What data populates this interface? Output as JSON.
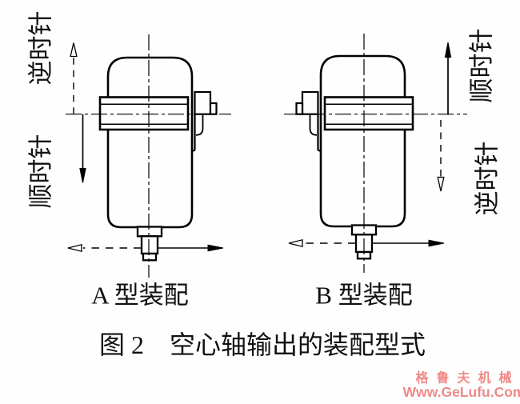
{
  "figure": {
    "caption": "图 2　空心轴输出的装配型式",
    "rotation_labels": {
      "a_up": "逆时针",
      "a_down": "顺时针",
      "b_up": "顺时针",
      "b_down": "逆时针"
    },
    "assembly_labels": {
      "a": "A 型装配",
      "b": "B 型装配"
    },
    "watermark": {
      "line1": "格 鲁 夫 机 械",
      "line2": "Www.GeLufu.Com",
      "color": "#ef8a88"
    },
    "colors": {
      "line": "#000000",
      "background": "#fefefe"
    }
  }
}
